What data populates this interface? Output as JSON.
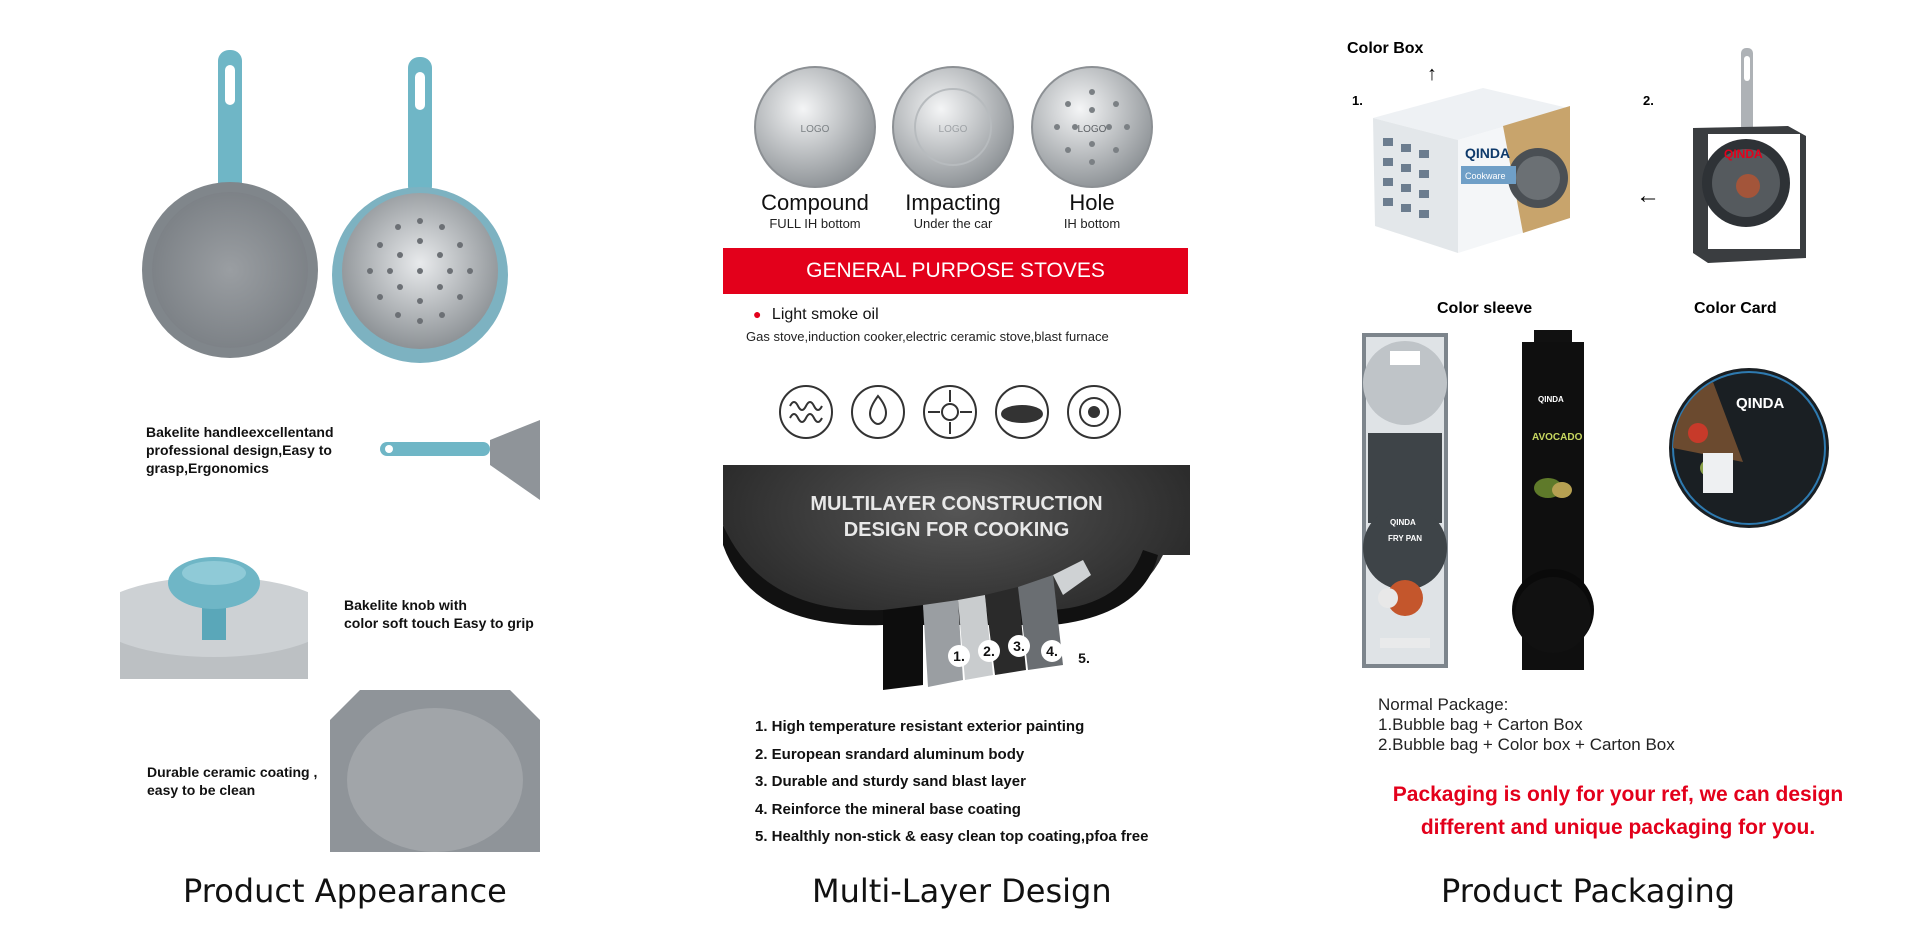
{
  "captions": {
    "appearance": "Product Appearance",
    "multilayer": "Multi-Layer Design",
    "packaging": "Product Packaging"
  },
  "appearance": {
    "features": [
      "Bakelite handleexcellentand\nprofessional design,Easy to\ngrasp,Ergonomics",
      "Bakelite knob with\ncolor soft touch Easy to grip",
      "Durable ceramic coating ,\neasy to be clean"
    ]
  },
  "design": {
    "discs": [
      {
        "name": "Compound",
        "sub": "FULL IH bottom",
        "logo": "LOGO"
      },
      {
        "name": "Impacting",
        "sub": "Under the car",
        "logo": "LOGO"
      },
      {
        "name": "Hole",
        "sub": "IH bottom",
        "logo": "LOGO"
      }
    ],
    "banner": "GENERAL PURPOSE STOVES",
    "bullet": "Light smoke oil",
    "stoves": "Gas stove,induction cooker,electric ceramic stove,blast furnace",
    "construction_title_1": "MULTILAYER CONSTRUCTION",
    "construction_title_2": "DESIGN FOR COOKING",
    "layer_numbers": [
      "1.",
      "2.",
      "3.",
      "4.",
      "5."
    ],
    "layers": [
      "1. High temperature resistant exterior painting",
      "2. European srandard aluminum body",
      "3. Durable and sturdy sand blast layer",
      "4. Reinforce the mineral base coating",
      "5. Healthly non-stick & easy clean top coating,pfoa free"
    ]
  },
  "packaging": {
    "color_box": "Color Box",
    "num1": "1.",
    "num2": "2.",
    "color_sleeve": "Color sleeve",
    "color_card": "Color Card",
    "brand": "QINDA",
    "box_word": "Cookware",
    "card_word": "FRY PAN",
    "avocado": "AVOCADO",
    "normal_title": "Normal Package:",
    "normal_1": "1.Bubble bag + Carton Box",
    "normal_2": "2.Bubble bag + Color box + Carton Box",
    "note_1": "Packaging is only for your ref, we can design",
    "note_2": "different and unique packaging for you."
  },
  "colors": {
    "accent_red": "#e3001b",
    "handle_blue": "#6fb6c6",
    "pan_grey": "#8f9499"
  }
}
